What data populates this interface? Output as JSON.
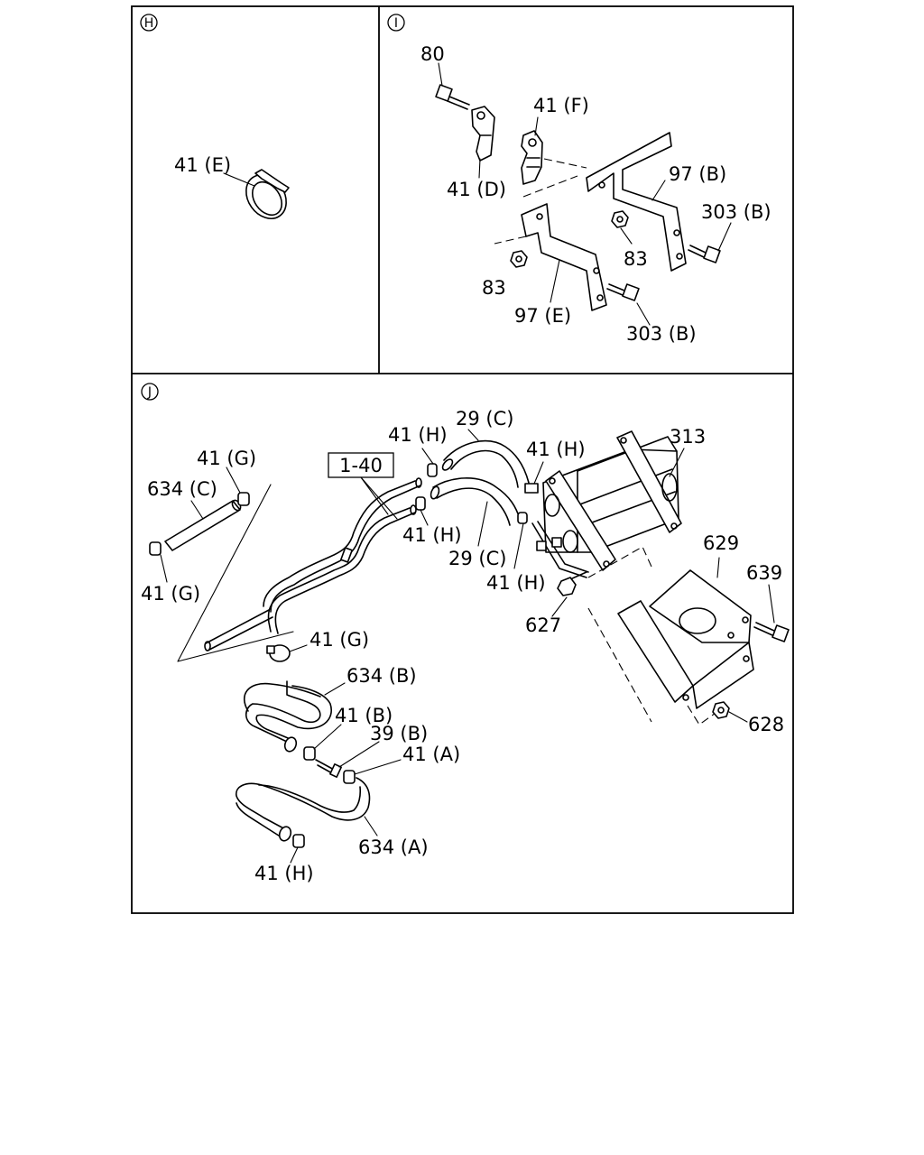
{
  "sections": {
    "h": "H",
    "i": "I",
    "j": "J"
  },
  "labels": {
    "h_41e": "41 (E)",
    "i_80": "80",
    "i_41f": "41 (F)",
    "i_41d": "41 (D)",
    "i_97b": "97 (B)",
    "i_303b_top": "303 (B)",
    "i_83_right": "83",
    "i_83_left": "83",
    "i_97e": "97 (E)",
    "i_303b_bottom": "303 (B)",
    "j_41h_top": "41 (H)",
    "j_29c_top": "29 (C)",
    "j_41h_top_right": "41 (H)",
    "j_313": "313",
    "j_1_40": "1-40",
    "j_41g_top": "41 (G)",
    "j_634c": "634 (C)",
    "j_41h_mid": "41 (H)",
    "j_29c_bottom": "29 (C)",
    "j_41h_right": "41 (H)",
    "j_629": "629",
    "j_639": "639",
    "j_41g_left": "41 (G)",
    "j_627": "627",
    "j_41g_mid": "41 (G)",
    "j_634b": "634 (B)",
    "j_41b": "41 (B)",
    "j_39b": "39 (B)",
    "j_41a": "41 (A)",
    "j_628": "628",
    "j_634a": "634 (A)",
    "j_41h_bottom": "41 (H)"
  }
}
